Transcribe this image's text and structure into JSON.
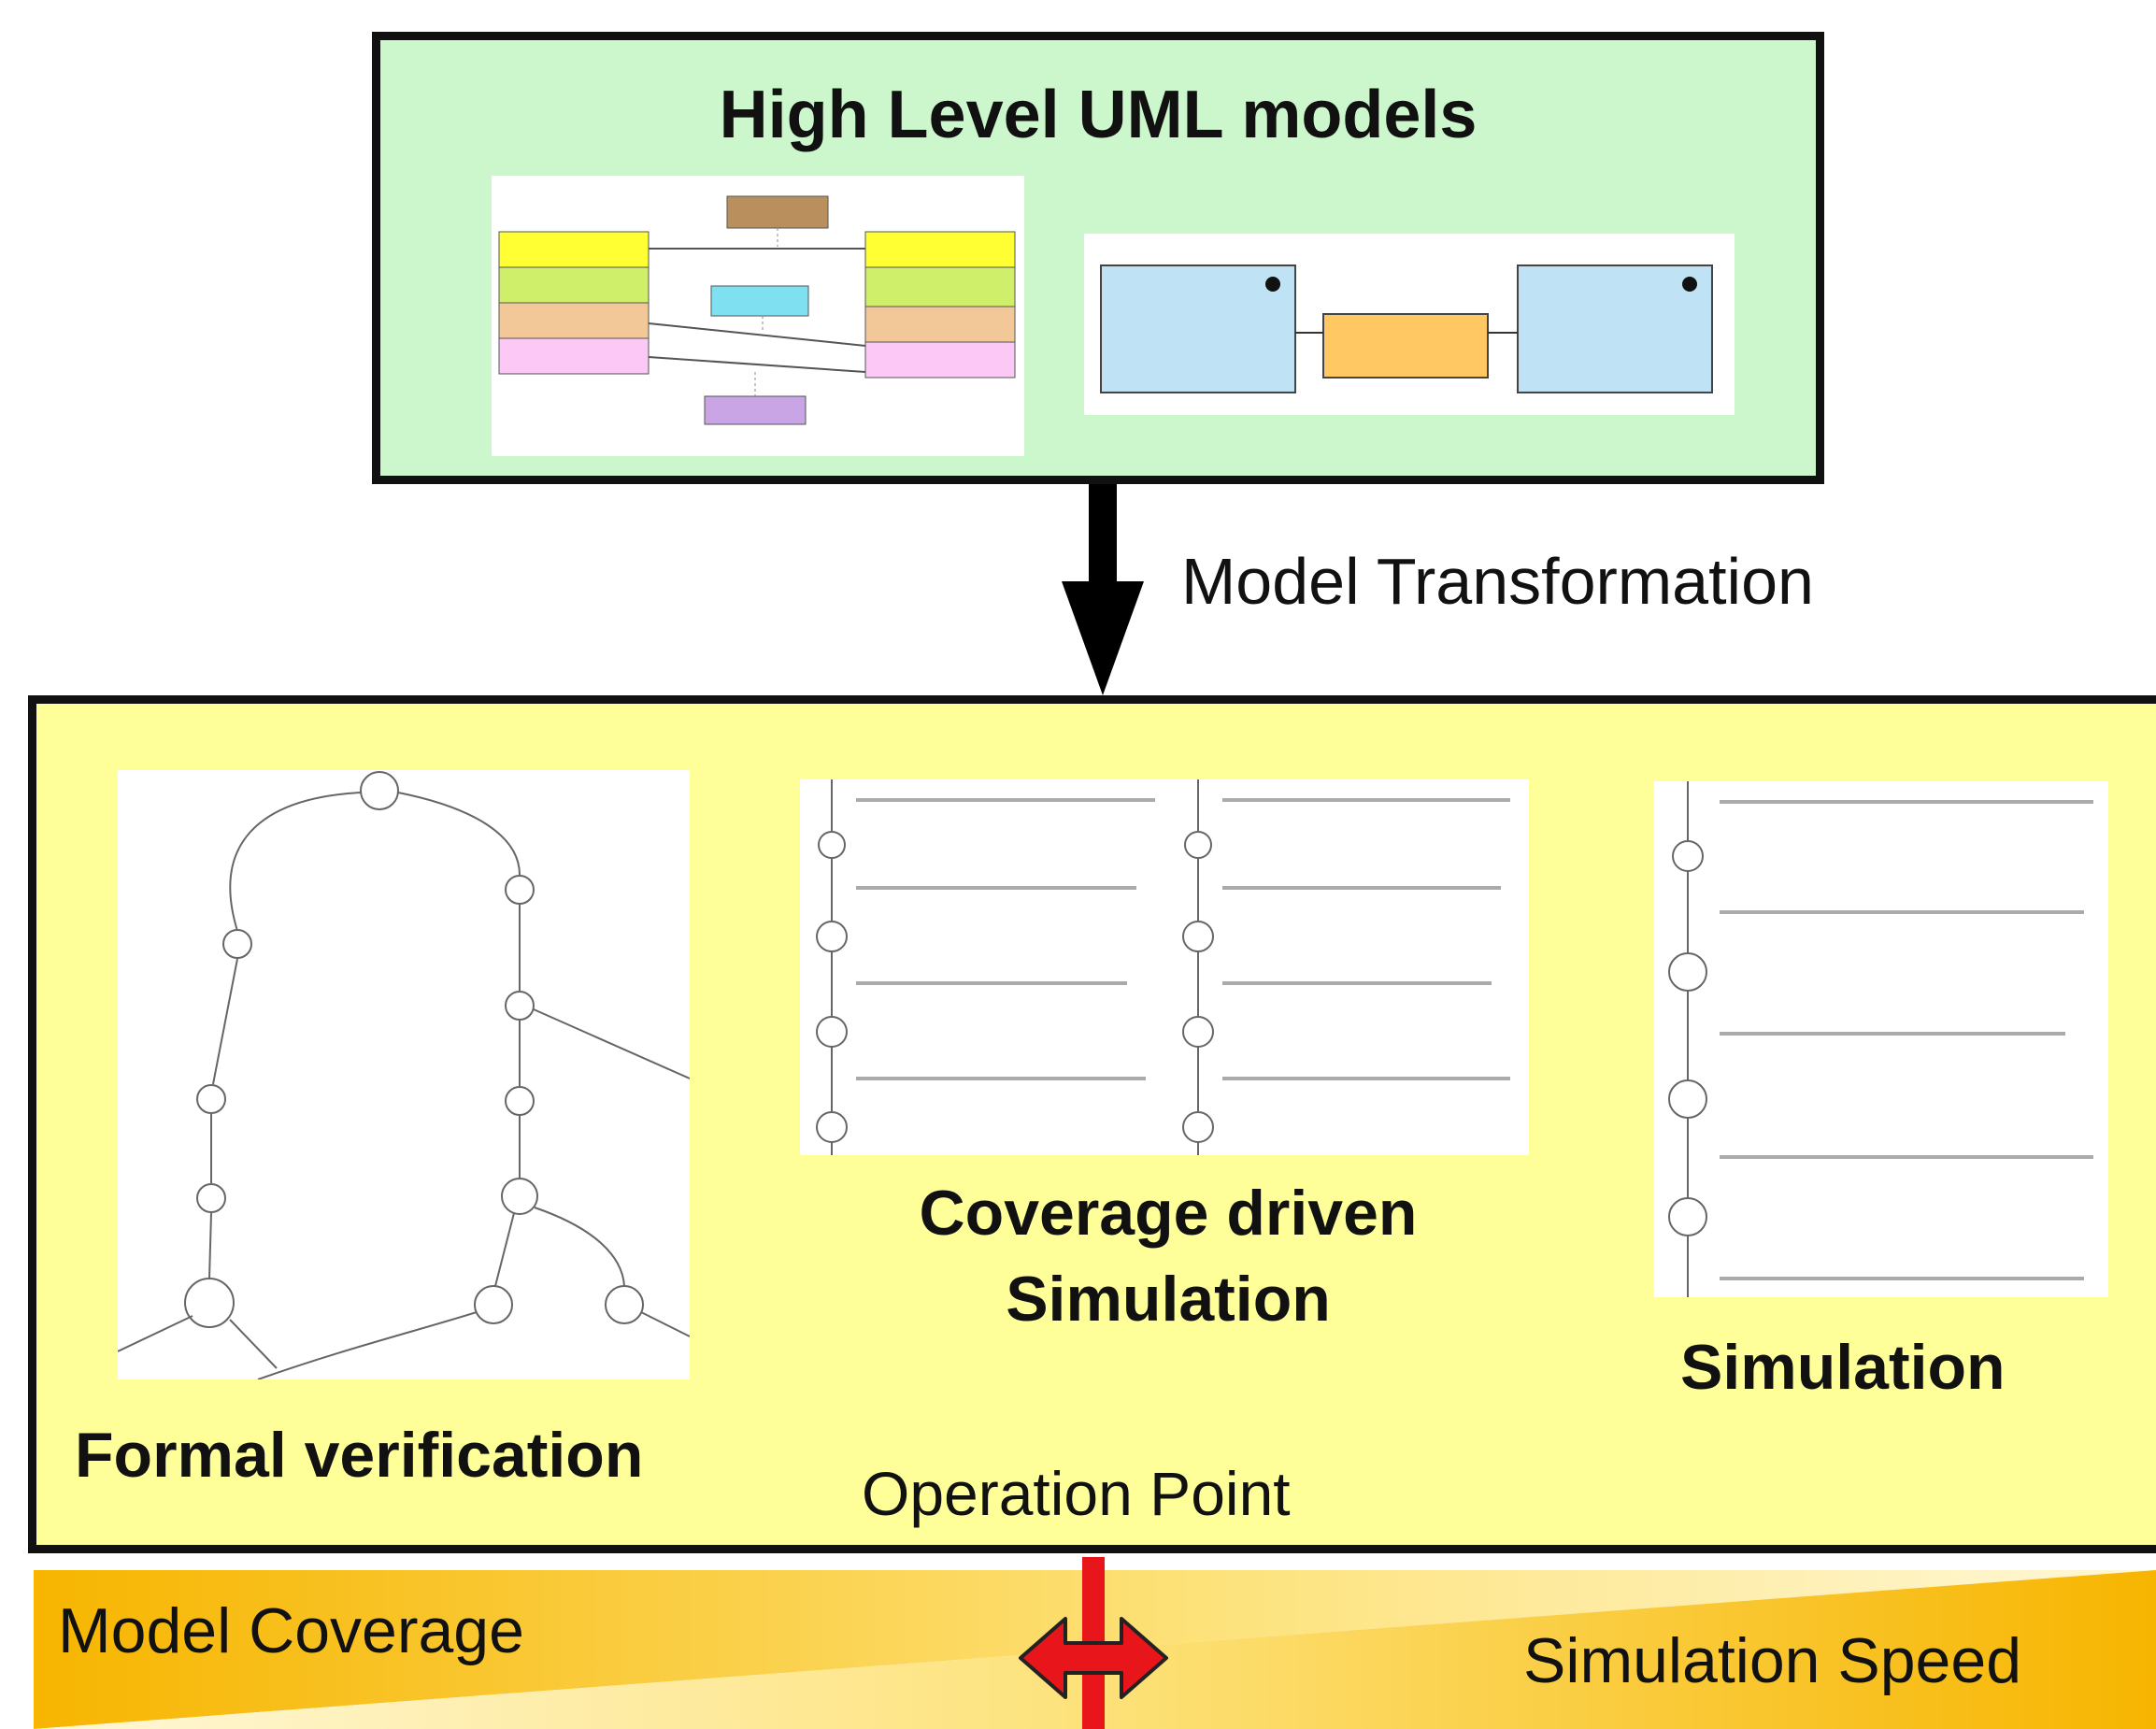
{
  "top_box": {
    "title": "High Level UML models"
  },
  "transformation": {
    "label": "Model Transformation"
  },
  "bottom_box": {
    "formal_verification": "Formal verification",
    "coverage_simulation": "Coverage driven Simulation",
    "simulation": "Simulation",
    "operation_point": "Operation Point"
  },
  "tradeoff": {
    "left_label": "Model Coverage",
    "right_label": "Simulation Speed"
  },
  "colors": {
    "top_box_fill": "#ccf7cc",
    "bottom_box_fill": "#ffff99",
    "bar_gradient_dark": "#f7b500",
    "bar_gradient_light": "#fff8d8",
    "operation_arrow": "#e8161b"
  }
}
